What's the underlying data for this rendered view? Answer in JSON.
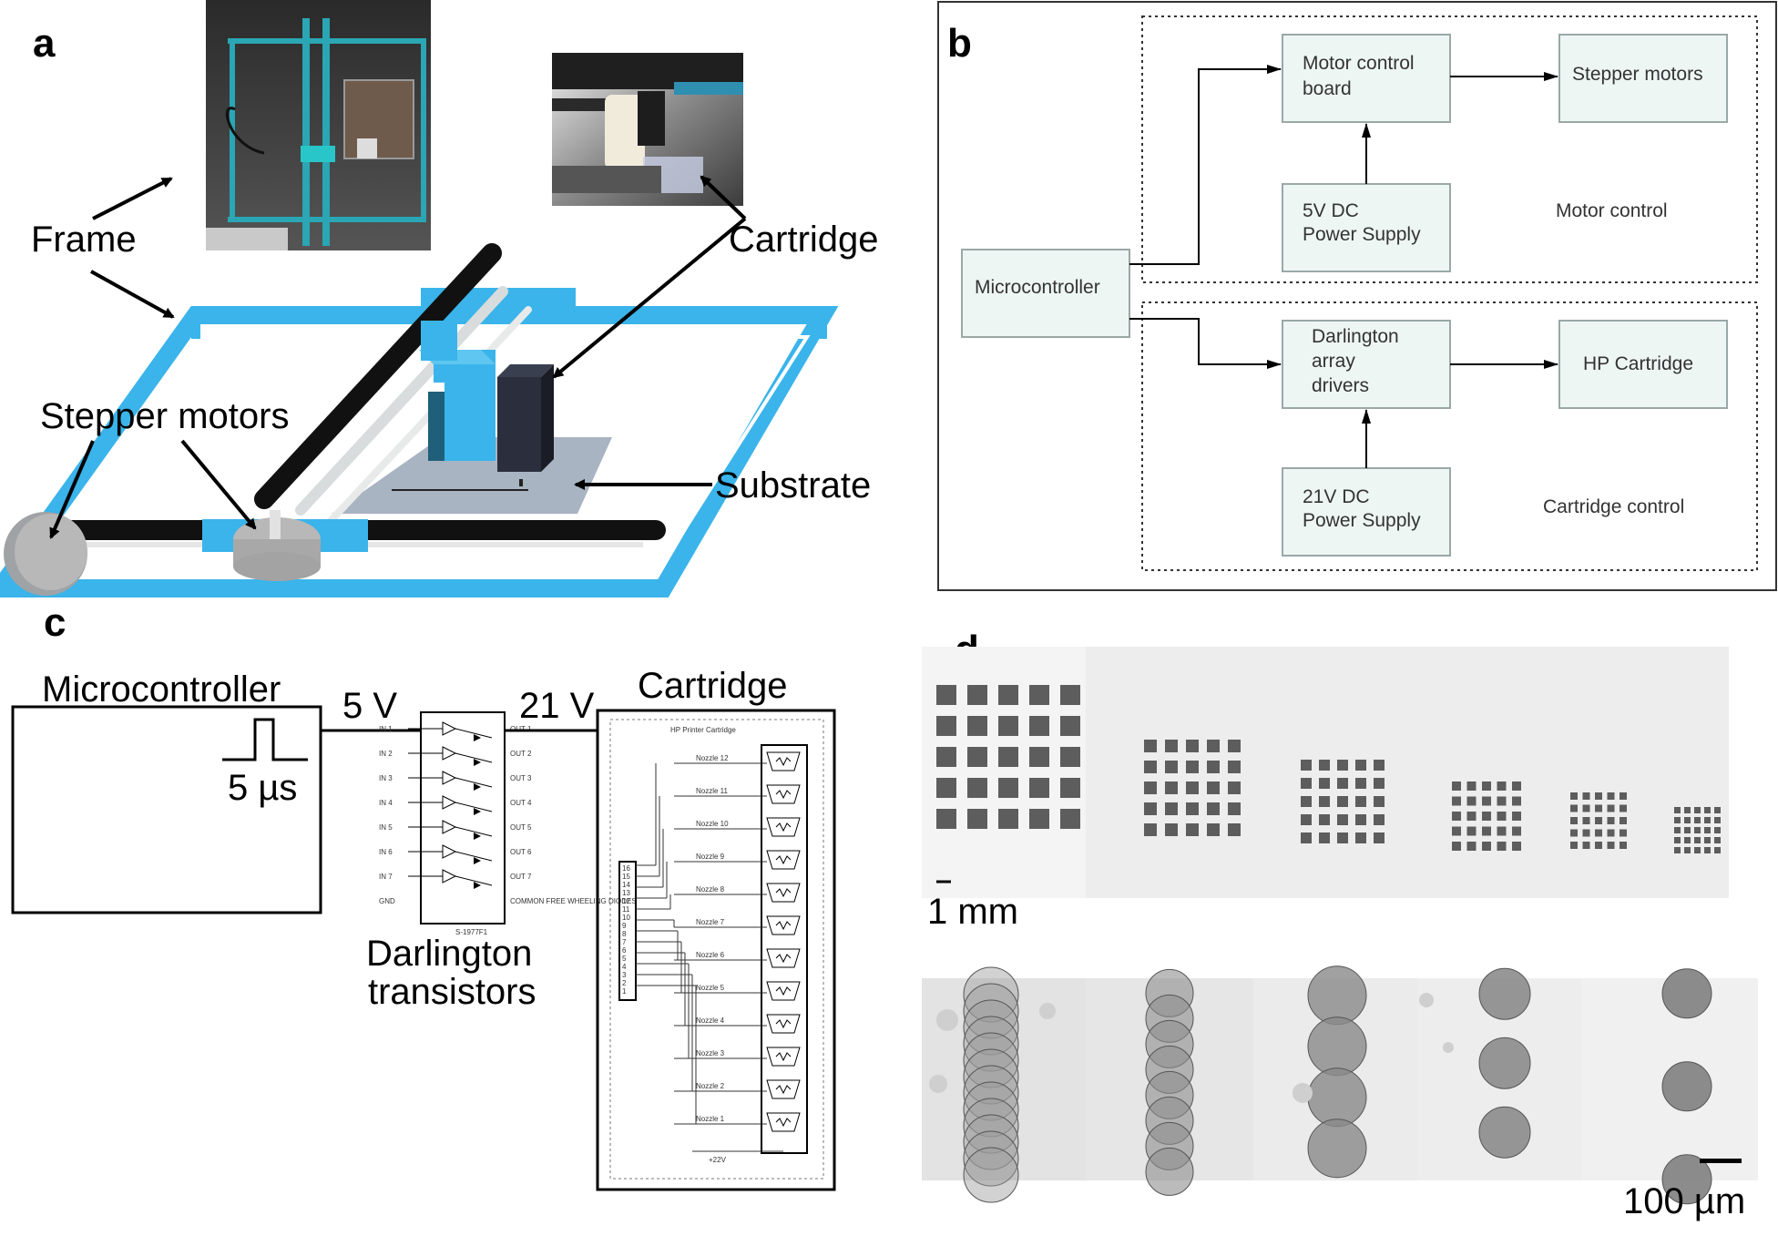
{
  "panels": {
    "a": {
      "letter": "a",
      "labels": {
        "frame": "Frame",
        "cartridge": "Cartridge",
        "stepper_motors": "Stepper motors",
        "substrate": "Substrate"
      },
      "colors": {
        "frame": "#3ab4ea",
        "rail": "#111111",
        "motor": "#b8b8b8",
        "substrate": "#a9b4c2",
        "cartridge": "#2b2f3d"
      }
    },
    "b": {
      "letter": "b",
      "blocks": {
        "motor_control_board": [
          "Motor control",
          "board"
        ],
        "stepper_motors": "Stepper motors",
        "power_5v": [
          "5V DC",
          "Power Supply"
        ],
        "motor_control": "Motor control",
        "microcontroller": "Microcontroller",
        "darlington": [
          "Darlington",
          "array",
          "drivers"
        ],
        "hp_cartridge": "HP Cartridge",
        "power_21v": [
          "21V DC",
          "Power Supply"
        ],
        "cartridge_control": "Cartridge control"
      },
      "colors": {
        "block_fill": "#eef6f4",
        "block_border": "#9aa8a6"
      }
    },
    "c": {
      "letter": "c",
      "labels": {
        "microcontroller": "Microcontroller",
        "pulse": "5 µs",
        "v5": "5 V",
        "v21": "21 V",
        "cartridge": "Cartridge",
        "darlington": [
          "Darlington",
          "transistors"
        ]
      },
      "chip": {
        "inputs": [
          "IN 1",
          "IN 2",
          "IN 3",
          "IN 4",
          "IN 5",
          "IN 6",
          "IN 7",
          "GND"
        ],
        "outputs": [
          "OUT 1",
          "OUT 2",
          "OUT 3",
          "OUT 4",
          "OUT 5",
          "OUT 6",
          "OUT 7",
          "COMMON FREE WHEELING DIODES"
        ],
        "part": "S-1977F1"
      },
      "cartridge_schematic": {
        "title": "HP Printer Cartridge",
        "nozzles": [
          "Nozzle 12",
          "Nozzle 11",
          "Nozzle 10",
          "Nozzle 9",
          "Nozzle 8",
          "Nozzle 7",
          "Nozzle 6",
          "Nozzle 5",
          "Nozzle 4",
          "Nozzle 3",
          "Nozzle 2",
          "Nozzle 1"
        ],
        "supply": "+22V",
        "connector_pins": [
          "16",
          "15",
          "14",
          "13",
          "12",
          "11",
          "10",
          "9",
          "8",
          "7",
          "6",
          "5",
          "4",
          "3",
          "2",
          "1"
        ]
      }
    },
    "d": {
      "letter": "d",
      "scale_top": "1 mm",
      "scale_bottom": "100 µm"
    }
  }
}
